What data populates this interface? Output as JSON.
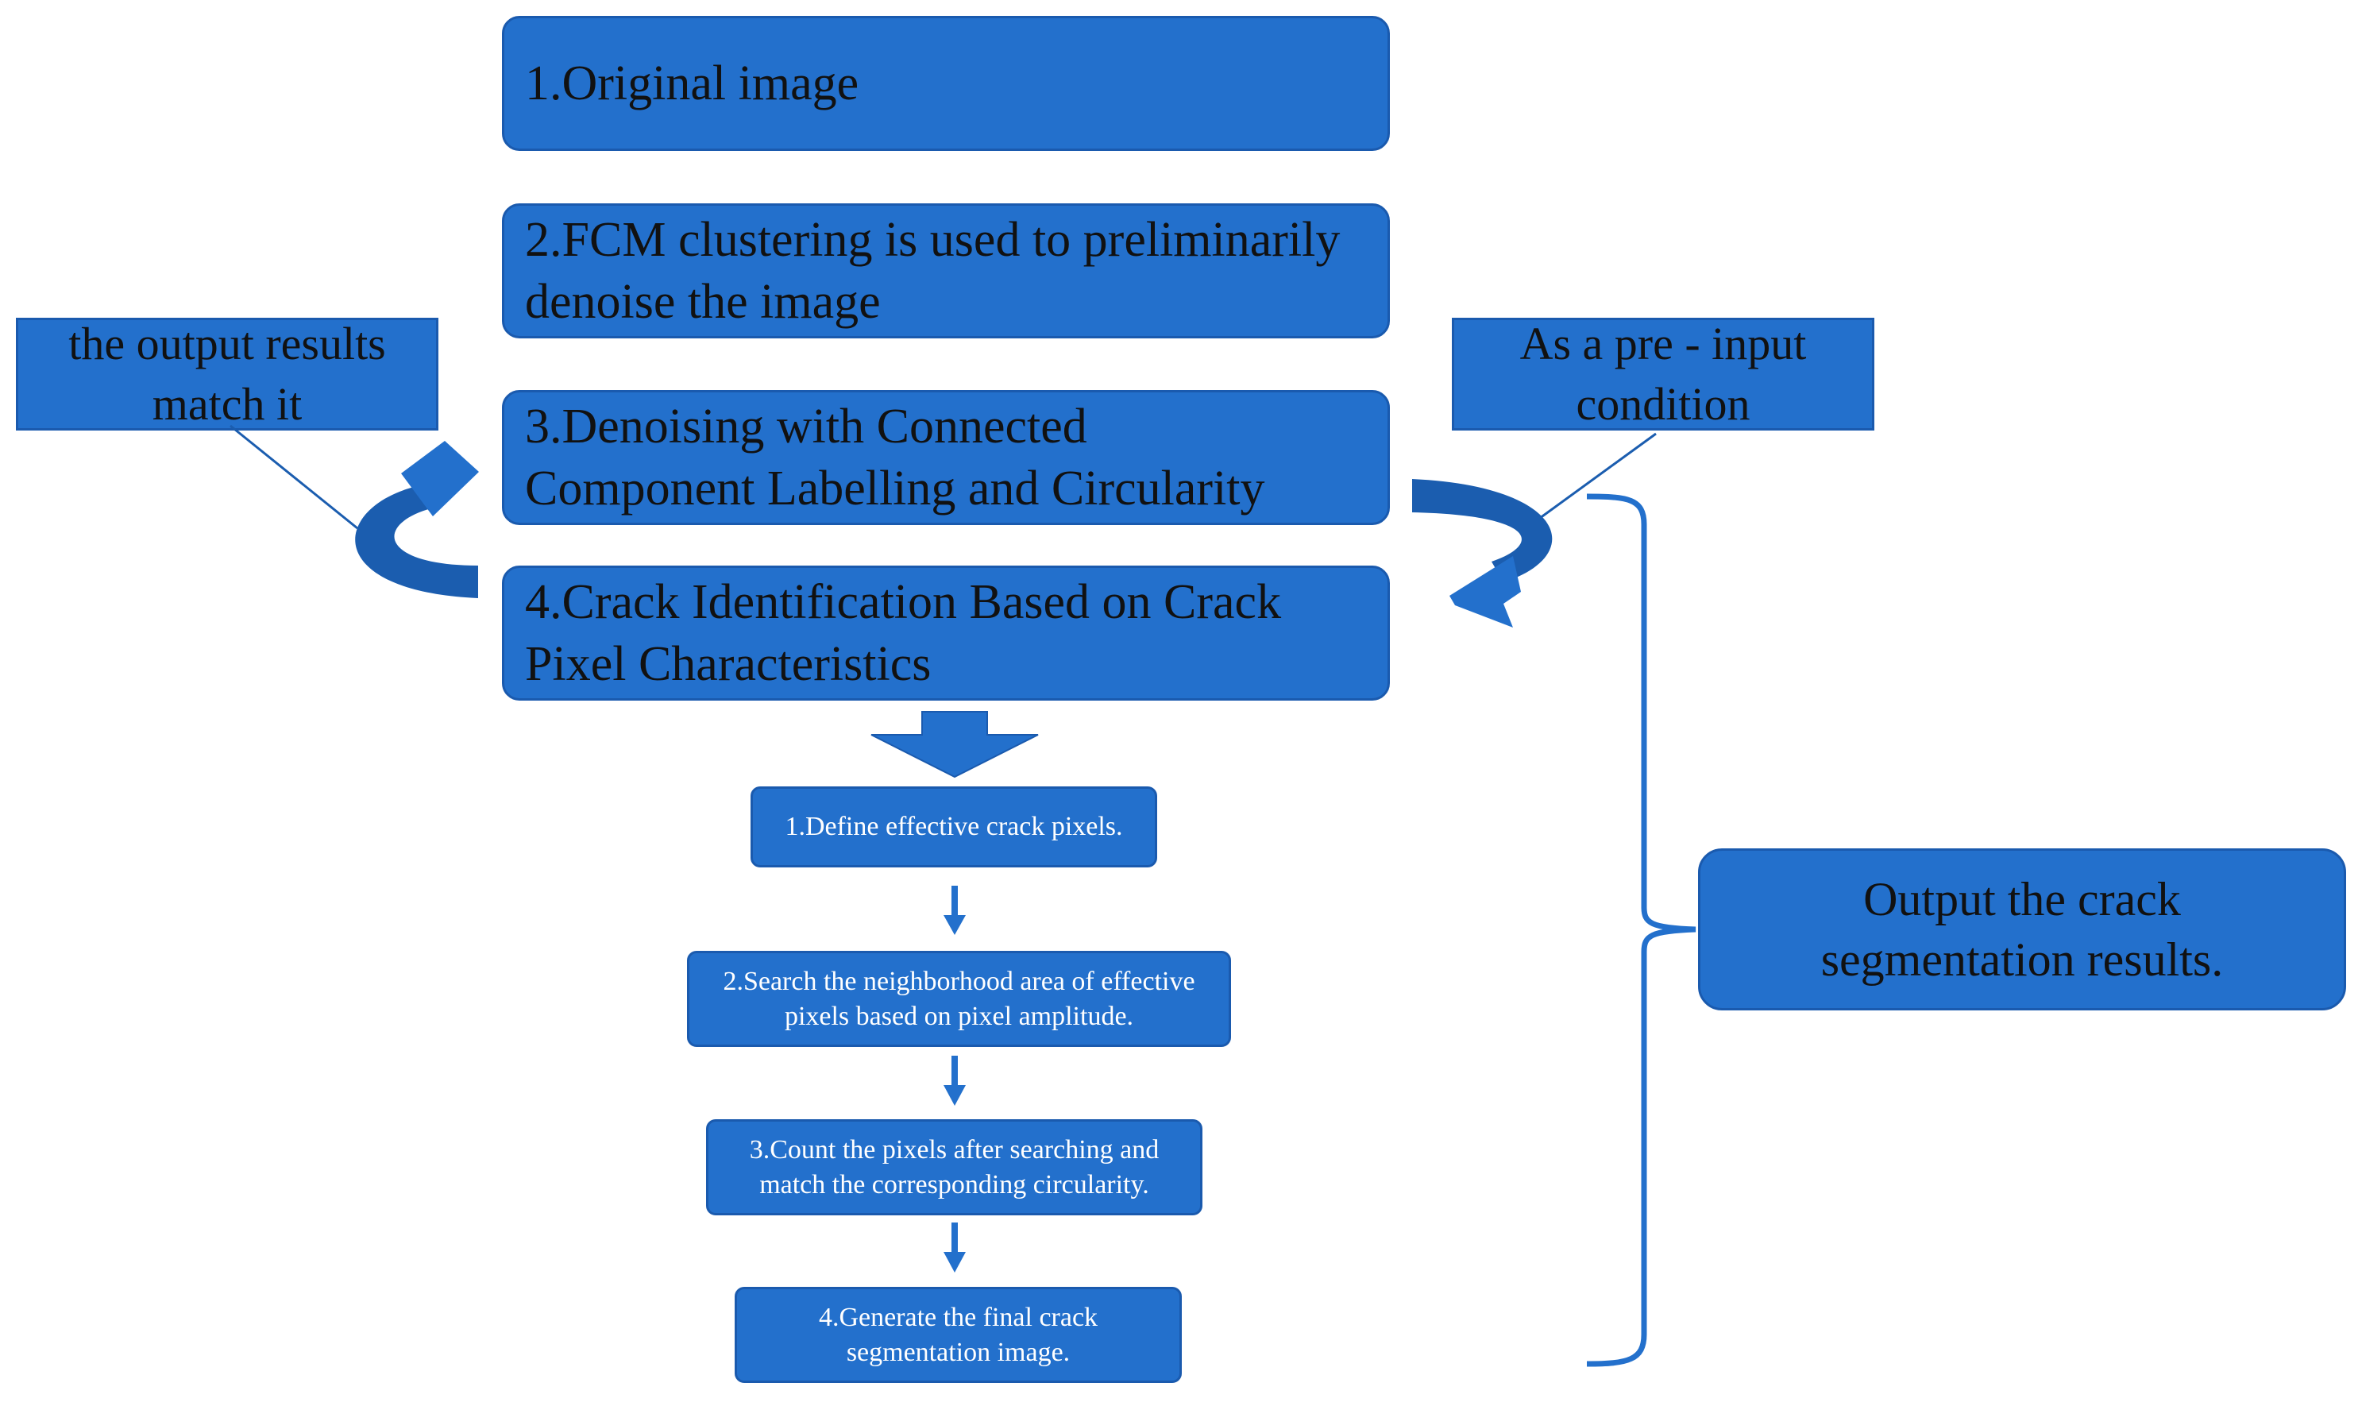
{
  "colors": {
    "box_fill": "#2370CC",
    "box_border": "#1A5AAE",
    "arrow": "#2370CC",
    "arrow_dark": "#1B5DAF",
    "main_text": "#111111",
    "sub_text": "#ffffff"
  },
  "main_steps": [
    {
      "lines": [
        "1.Original image"
      ]
    },
    {
      "lines": [
        "2.FCM clustering is used to preliminarily",
        "denoise the image"
      ]
    },
    {
      "lines": [
        "3.Denoising with Connected",
        "Component Labelling and Circularity"
      ]
    },
    {
      "lines": [
        "4.Crack Identification Based on Crack",
        "Pixel Characteristics"
      ]
    }
  ],
  "sub_steps": [
    {
      "lines": [
        "1.Define effective crack pixels."
      ]
    },
    {
      "lines": [
        "2.Search the neighborhood area of effective",
        "pixels based on pixel amplitude."
      ]
    },
    {
      "lines": [
        "3.Count the pixels after searching and",
        "match the corresponding circularity."
      ]
    },
    {
      "lines": [
        "4.Generate the final crack",
        "segmentation image."
      ]
    }
  ],
  "left_note": {
    "lines": [
      "the output results",
      "match it"
    ]
  },
  "right_note": {
    "lines": [
      "As a pre - input",
      "condition"
    ]
  },
  "output_box": {
    "lines": [
      "Output the crack",
      "segmentation results."
    ]
  },
  "icons": {
    "loop_arrow_left": "curved-loop-arrow-icon",
    "loop_arrow_right": "curved-loop-arrow-icon",
    "down_arrow": "down-arrow-icon",
    "brace": "right-curly-brace-icon"
  }
}
